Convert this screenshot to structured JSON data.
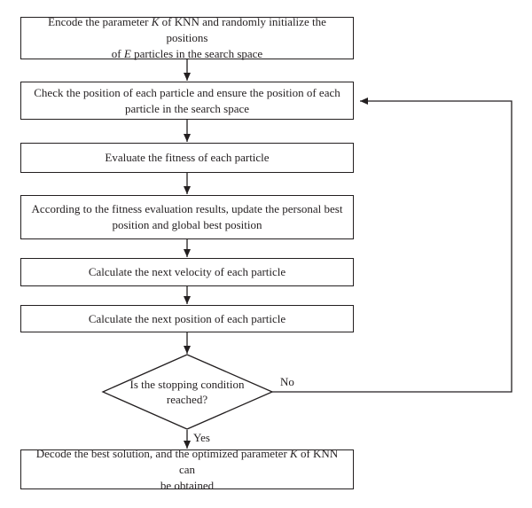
{
  "steps": {
    "encode": {
      "line1_pre": "Encode the parameter ",
      "line1_var": "K",
      "line1_post": " of KNN and randomly initialize the positions",
      "line2_pre": "of ",
      "line2_var": "E",
      "line2_post": " particles in the search space"
    },
    "check": {
      "line1": "Check the position of each particle and ensure the position of each",
      "line2": "particle in the search space"
    },
    "evaluate": "Evaluate the fitness of each particle",
    "update": {
      "line1": "According to the fitness evaluation results, update the personal best",
      "line2": "position and global best position"
    },
    "velocity": "Calculate the next velocity of each particle",
    "position": "Calculate the next position of each particle",
    "decision": {
      "line1": "Is the stopping condition",
      "line2": "reached?"
    },
    "decode": {
      "line1": "Decode the best solution, and the optimized parameter ",
      "line1_var": "K",
      "line1_post": " of KNN can",
      "line2": "be obtained"
    }
  },
  "labels": {
    "no": "No",
    "yes": "Yes"
  }
}
